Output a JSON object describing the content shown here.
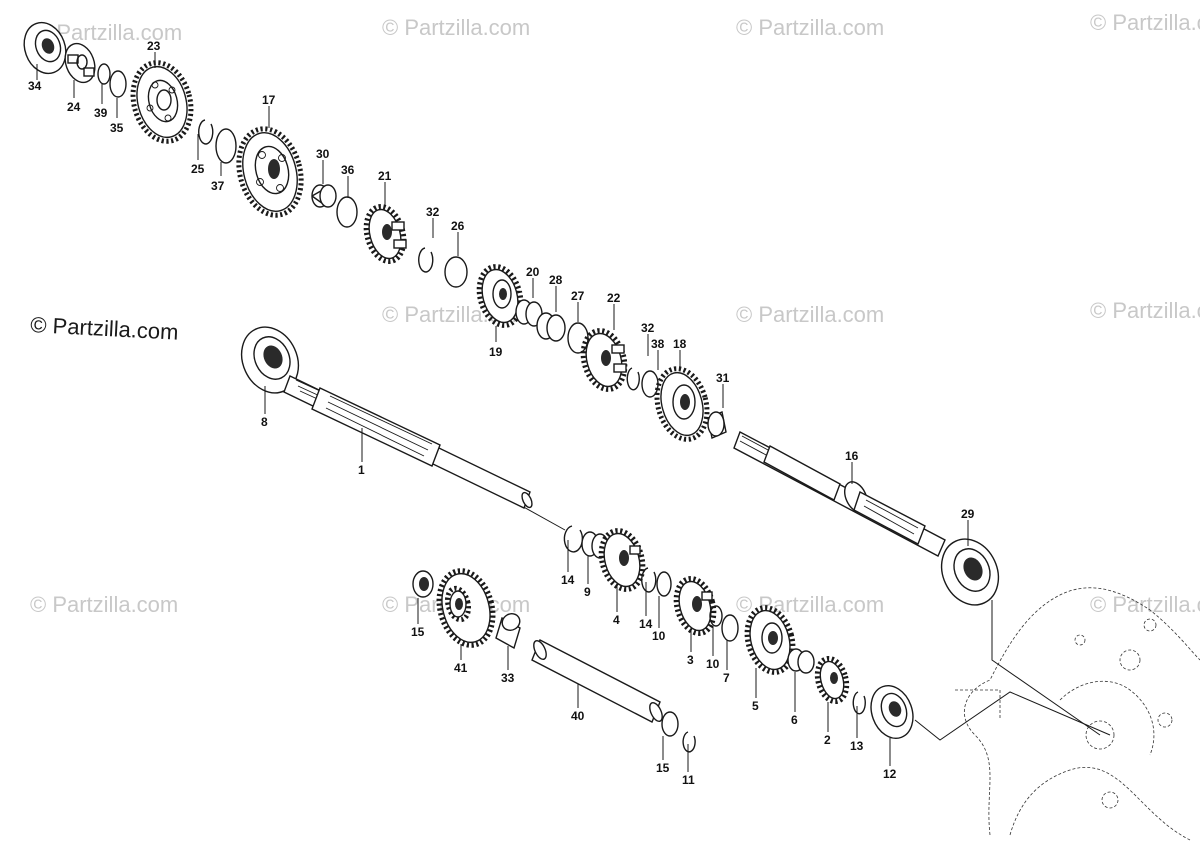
{
  "watermark": "© Partzilla.com",
  "part_numbers": {
    "p1": "1",
    "p2": "2",
    "p3": "3",
    "p4": "4",
    "p5": "5",
    "p6": "6",
    "p7": "7",
    "p8": "8",
    "p9": "9",
    "p10a": "10",
    "p10b": "10",
    "p11": "11",
    "p12": "12",
    "p13": "13",
    "p14a": "14",
    "p14b": "14",
    "p15a": "15",
    "p15b": "15",
    "p16": "16",
    "p17": "17",
    "p18": "18",
    "p19": "19",
    "p20": "20",
    "p21": "21",
    "p22": "22",
    "p23": "23",
    "p24": "24",
    "p25": "25",
    "p26": "26",
    "p27": "27",
    "p28": "28",
    "p29": "29",
    "p30": "30",
    "p31": "31",
    "p32a": "32",
    "p32b": "32",
    "p33": "33",
    "p34": "34",
    "p35": "35",
    "p36": "36",
    "p37": "37",
    "p38": "38",
    "p39": "39",
    "p40": "40",
    "p41": "41"
  },
  "colors": {
    "line": "#1a1a1a",
    "watermark": "#c8c8c8",
    "background": "#ffffff"
  }
}
